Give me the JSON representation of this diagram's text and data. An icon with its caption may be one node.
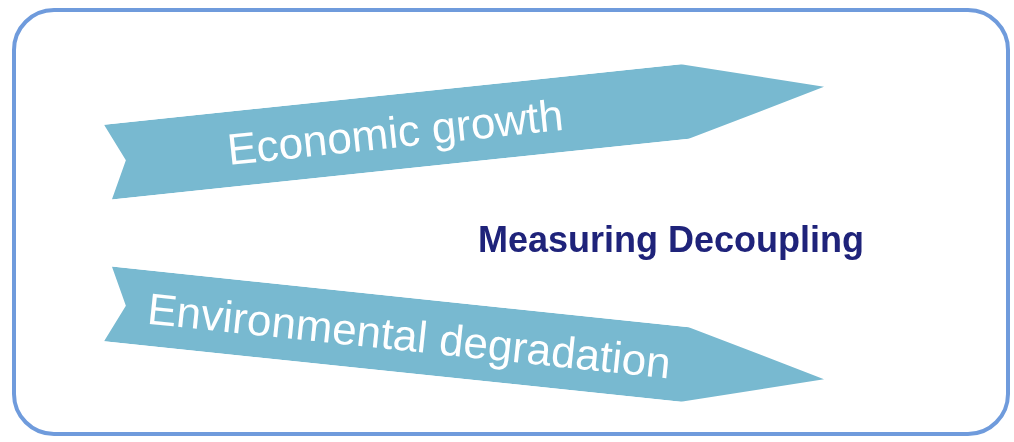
{
  "diagram": {
    "nodes": [
      {
        "text": [
          "Measuring Decoupling"
        ]
      },
      {
        "text": [
          "Economic growth"
        ],
        "in": 0
      },
      {
        "text": [
          "Environmental degradation"
        ],
        "in": 0
      }
    ]
  }
}
